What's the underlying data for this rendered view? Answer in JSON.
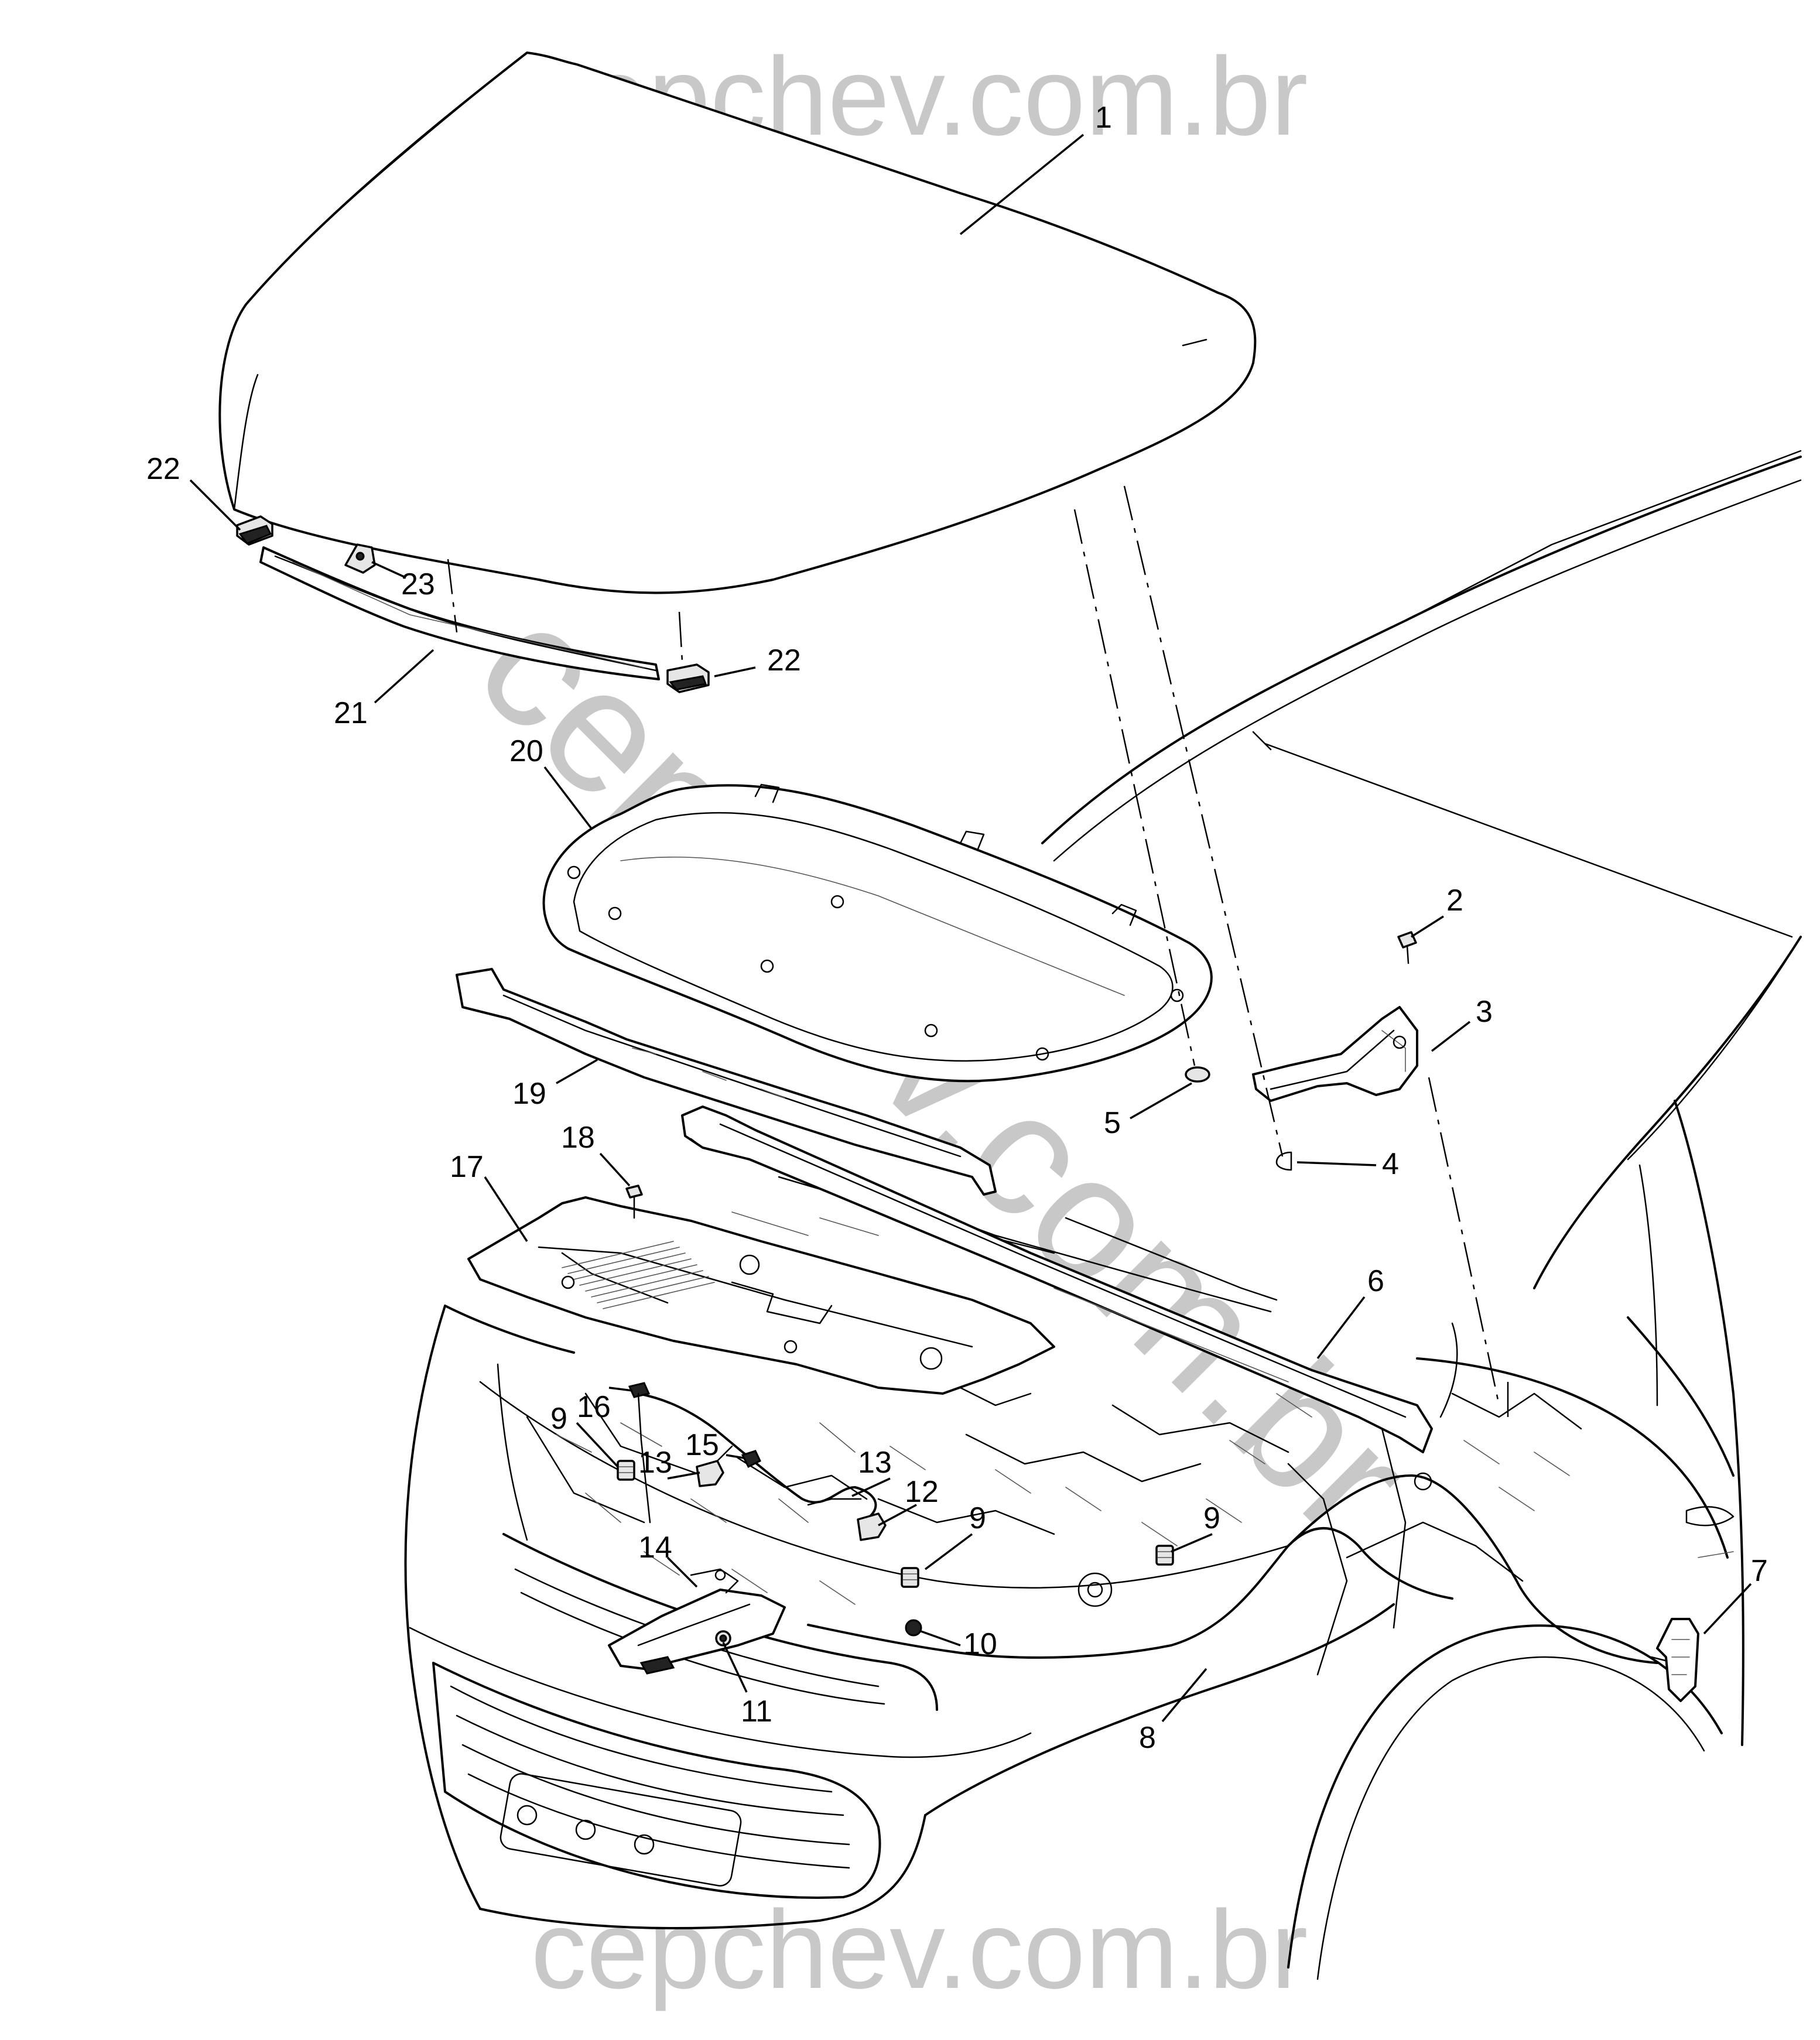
{
  "watermarks": {
    "top": "cepchev.com.br",
    "diagonal": "cepchev.com.br",
    "bottom": "cepchev.com.br"
  },
  "callouts": [
    {
      "id": "1",
      "text": "1"
    },
    {
      "id": "2",
      "text": "2"
    },
    {
      "id": "3",
      "text": "3"
    },
    {
      "id": "4",
      "text": "4"
    },
    {
      "id": "5",
      "text": "5"
    },
    {
      "id": "6",
      "text": "6"
    },
    {
      "id": "7",
      "text": "7"
    },
    {
      "id": "8",
      "text": "8"
    },
    {
      "id": "9a",
      "text": "9"
    },
    {
      "id": "9b",
      "text": "9"
    },
    {
      "id": "9c",
      "text": "9"
    },
    {
      "id": "10",
      "text": "10"
    },
    {
      "id": "11",
      "text": "11"
    },
    {
      "id": "12",
      "text": "12"
    },
    {
      "id": "13a",
      "text": "13"
    },
    {
      "id": "13b",
      "text": "13"
    },
    {
      "id": "14",
      "text": "14"
    },
    {
      "id": "15",
      "text": "15"
    },
    {
      "id": "16",
      "text": "16"
    },
    {
      "id": "17",
      "text": "17"
    },
    {
      "id": "18",
      "text": "18"
    },
    {
      "id": "19",
      "text": "19"
    },
    {
      "id": "20",
      "text": "20"
    },
    {
      "id": "21",
      "text": "21"
    },
    {
      "id": "22a",
      "text": "22"
    },
    {
      "id": "22b",
      "text": "22"
    },
    {
      "id": "23",
      "text": "23"
    }
  ]
}
